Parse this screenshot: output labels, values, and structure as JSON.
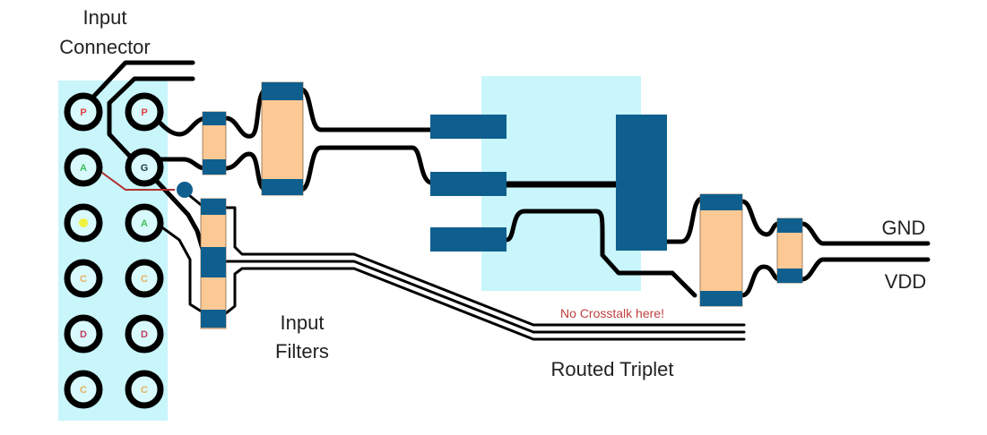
{
  "title": "PCB power input filter layout",
  "colors": {
    "zone": "#c8f6fb",
    "pad": "#0f5f8e",
    "body": "#fcc995",
    "trace": "#000000",
    "crosstalk_trace": "#b03030",
    "annotation": "#c04040",
    "label": "#222222"
  },
  "labels": {
    "input_connector_line1": "Input",
    "input_connector_line2": "Connector",
    "input_filters_line1": "Input",
    "input_filters_line2": "Filters",
    "routed_triplet": "Routed Triplet",
    "no_crosstalk": "No Crosstalk here!",
    "gnd": "GND",
    "vdd": "VDD"
  },
  "connector": {
    "pins": [
      {
        "row": 0,
        "col": 0,
        "letter": "P",
        "color": "#e04040"
      },
      {
        "row": 0,
        "col": 1,
        "letter": "P",
        "color": "#e04040"
      },
      {
        "row": 1,
        "col": 0,
        "letter": "A",
        "color": "#40c060"
      },
      {
        "row": 1,
        "col": 1,
        "letter": "G",
        "color": "#1a3a4a"
      },
      {
        "row": 2,
        "col": 0,
        "letter": "",
        "color": "#f0f040"
      },
      {
        "row": 2,
        "col": 1,
        "letter": "A",
        "color": "#40c060"
      },
      {
        "row": 3,
        "col": 0,
        "letter": "C",
        "color": "#e8b060"
      },
      {
        "row": 3,
        "col": 1,
        "letter": "C",
        "color": "#e8b060"
      },
      {
        "row": 4,
        "col": 0,
        "letter": "D",
        "color": "#c04060"
      },
      {
        "row": 4,
        "col": 1,
        "letter": "D",
        "color": "#c04060"
      },
      {
        "row": 5,
        "col": 0,
        "letter": "C",
        "color": "#e8b060"
      },
      {
        "row": 5,
        "col": 1,
        "letter": "C",
        "color": "#e8b060"
      }
    ]
  }
}
